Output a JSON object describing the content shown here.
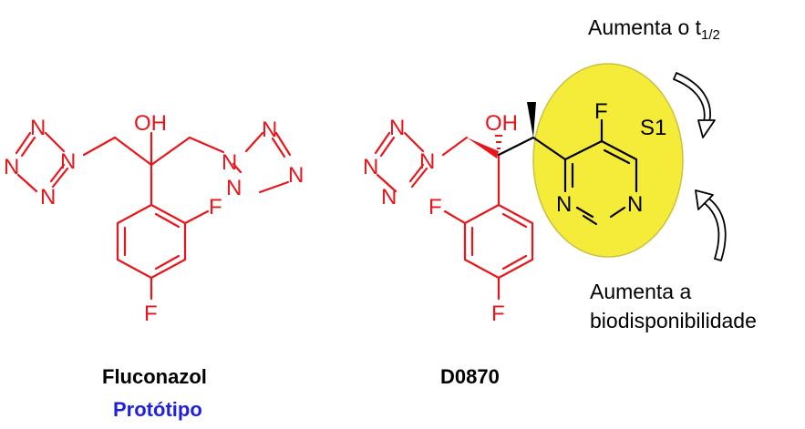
{
  "colors": {
    "structure": "#e8151b",
    "black": "#000000",
    "highlight_fill": "#f5ec3a",
    "highlight_edge": "#c9c240",
    "prototype_label": "#1f1fe0"
  },
  "fluconazole": {
    "name": "Fluconazol",
    "role": "Protótipo",
    "atoms": {
      "n1": "N",
      "n2": "N",
      "n3": "N",
      "n4": "N",
      "n5": "N",
      "n6": "N",
      "oh": "OH",
      "f1": "F",
      "f2": "F"
    }
  },
  "d0870": {
    "name": "D0870",
    "atoms": {
      "n1": "N",
      "n2": "N",
      "n3": "N",
      "oh": "OH",
      "f1": "F",
      "f2": "F",
      "f3": "F",
      "n4": "N",
      "n5": "N"
    },
    "site_label": "S1",
    "annotations": {
      "half_life_prefix": "Aumenta o t",
      "half_life_subscript": "1/2",
      "bioavailability_line1": "Aumenta a",
      "bioavailability_line2": "biodisponibilidade"
    }
  }
}
